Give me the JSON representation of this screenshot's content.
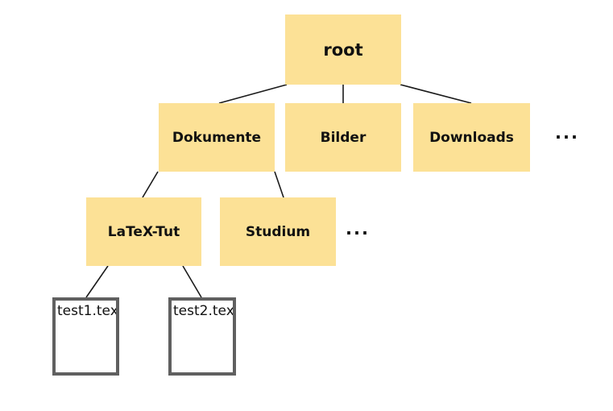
{
  "diagram": {
    "title": "directory-tree",
    "colors": {
      "node_fill": "#fce196",
      "file_border": "#606060",
      "edge_color": "#1a1a1a",
      "text_color": "#111111",
      "background": "#ffffff"
    },
    "tree": {
      "root": {
        "label": "root",
        "type": "folder"
      },
      "level1": [
        {
          "label": "Dokumente",
          "type": "folder"
        },
        {
          "label": "Bilder",
          "type": "folder"
        },
        {
          "label": "Downloads",
          "type": "folder"
        },
        {
          "label": "...",
          "type": "ellipsis"
        }
      ],
      "level2": [
        {
          "label": "LaTeX-Tut",
          "type": "folder"
        },
        {
          "label": "Studium",
          "type": "folder"
        },
        {
          "label": "...",
          "type": "ellipsis"
        }
      ],
      "level3": [
        {
          "label": "test1.tex",
          "type": "file"
        },
        {
          "label": "test2.tex",
          "type": "file"
        }
      ]
    }
  }
}
